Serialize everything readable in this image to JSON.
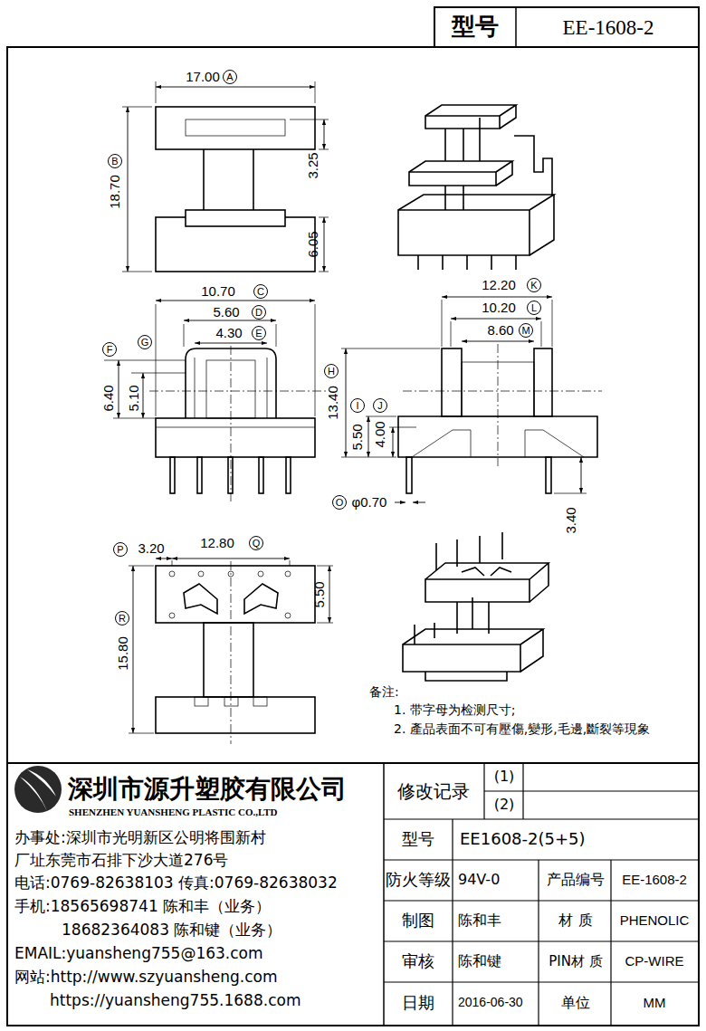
{
  "diagram": {
    "nodes": [
      {
        "text": [
          "A"
        ]
      },
      {
        "text": [
          "B"
        ]
      },
      {
        "text": [
          "C"
        ]
      },
      {
        "text": [
          "D"
        ]
      },
      {
        "text": [
          "E"
        ]
      },
      {
        "text": [
          "F"
        ]
      },
      {
        "text": [
          "G"
        ]
      },
      {
        "text": [
          "H"
        ]
      },
      {
        "text": [
          "I"
        ]
      },
      {
        "text": [
          "J"
        ]
      },
      {
        "text": [
          "K"
        ]
      },
      {
        "text": [
          "L"
        ]
      },
      {
        "text": [
          "M"
        ]
      },
      {
        "text": [
          "O"
        ]
      },
      {
        "text": [
          "P"
        ]
      },
      {
        "text": [
          "Q"
        ]
      },
      {
        "text": [
          "R"
        ]
      }
    ],
    "labels": [
      "型号",
      "EE-1608-2",
      "17.00",
      "18.70",
      "3.25",
      "6.05",
      "10.70",
      "5.60",
      "4.30",
      "6.40",
      "5.10",
      "12.20",
      "10.20",
      "8.60",
      "13.40",
      "5.50",
      "4.00",
      "φ0.70",
      "3.40",
      "3.20",
      "12.80",
      "5.50",
      "15.80",
      "备注:",
      "1. 带字母为检测尺寸;",
      "2. 產品表面不可有壓傷,變形,毛邊,斷裂等現象",
      "深圳市源升塑胶有限公司",
      "SHENZHEN YUANSHENG PLASTIC CO.,LTD",
      "办事处:深圳市光明新区公明将围新村",
      "厂址东莞市石排下沙大道276号",
      "电话:0769-82638103 传真:0769-82638032",
      "手机:18565698741 陈和丰（业务）",
      "18682364083 陈和键（业务）",
      "EMAIL:yuansheng755@163.com",
      "网站:http://www.szyuansheng.com",
      "https://yuansheng755.1688.com",
      "修改记录",
      "(1)",
      "(2)",
      "型号",
      "EE1608-2(5+5)",
      "防火等级",
      "94V-0",
      "产品编号",
      "EE-1608-2",
      "制图",
      "陈和丰",
      "材 质",
      "PHENOLIC",
      "审核",
      "陈和键",
      "PIN材 质",
      "CP-WIRE",
      "日期",
      "2016-06-30",
      "单位",
      "MM"
    ]
  }
}
